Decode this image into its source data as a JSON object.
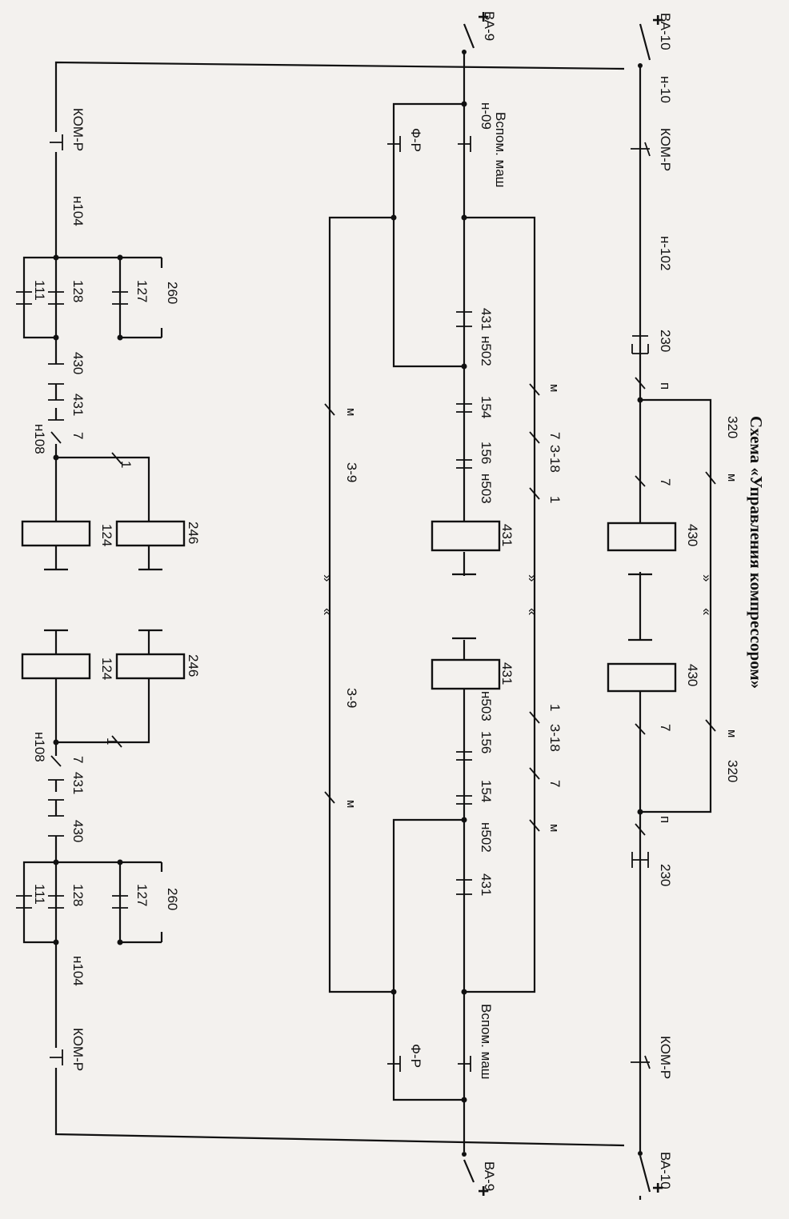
{
  "title": "Схема «Управления компрессором»",
  "labels": {
    "plus": "+",
    "ba9": "ВА-9",
    "ba10": "ВА-10",
    "n09": "н-09",
    "n10": "н-10",
    "kom_r": "КОМ-Р",
    "f_r": "Ф-Р",
    "vspom": "Вспом. маш",
    "n102": "н-102",
    "n104": "н104",
    "n108": "н108",
    "n502": "н502",
    "n503": "н503",
    "c230": "230",
    "c320": "320",
    "c430": "430",
    "c431": "431",
    "c154": "154",
    "c156": "156",
    "c124": "124",
    "c246": "246",
    "c111": "111",
    "c128": "128",
    "c127": "127",
    "c260": "260",
    "c7": "7",
    "c1": "1",
    "p": "п",
    "m": "м",
    "z9": "З-9",
    "z18": "З-18"
  },
  "colors": {
    "ink": "#111111",
    "paper": "#f3f1ee"
  }
}
